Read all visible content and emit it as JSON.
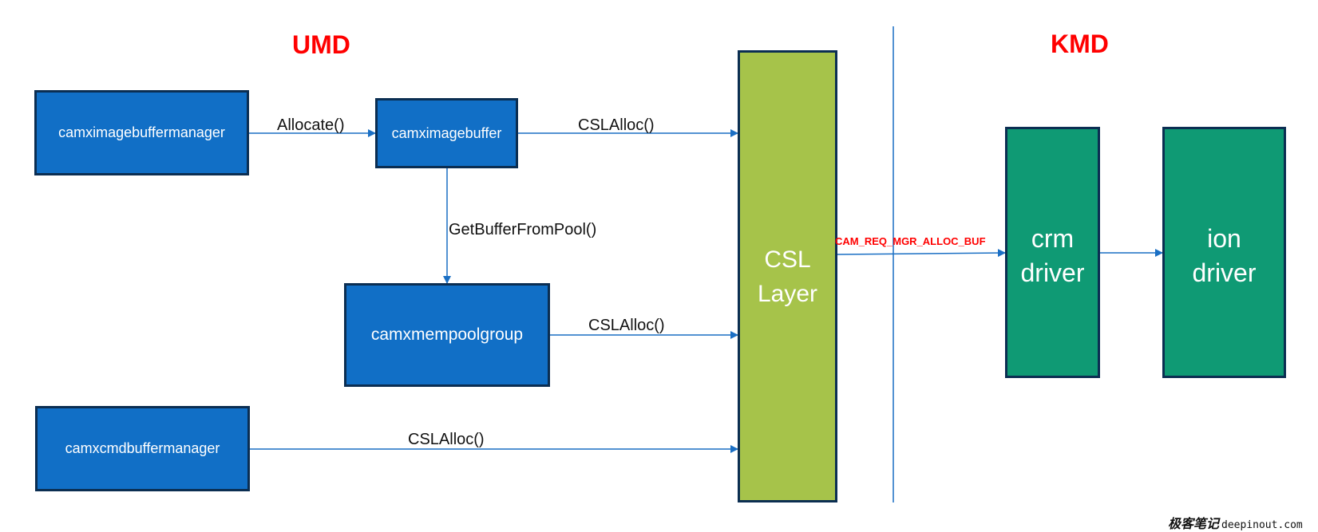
{
  "sections": {
    "umd": "UMD",
    "kmd": "KMD"
  },
  "nodes": {
    "camximagebuffermanager": "camximagebuffermanager",
    "camximagebuffer": "camximagebuffer",
    "camxmempoolgroup": "camxmempoolgroup",
    "camxcmdbuffermanager": "camxcmdbuffermanager",
    "csl_layer": [
      "CSL",
      "Layer"
    ],
    "crm_driver": [
      "crm",
      "driver"
    ],
    "ion_driver": [
      "ion",
      "driver"
    ]
  },
  "edges": {
    "allocate": "Allocate()",
    "imagebuffer_cslalloc": "CSLAlloc()",
    "get_buffer_from_pool": "GetBufferFromPool()",
    "mempool_cslalloc": "CSLAlloc()",
    "cmdbuffer_cslalloc": "CSLAlloc()",
    "cam_req_mgr_alloc_buf": "CAM_REQ_MGR_ALLOC_BUF"
  },
  "colors": {
    "umd_box": "#116fc6",
    "csl_box": "#a6c34a",
    "kmd_box": "#0f9a74",
    "border": "#0b2e52",
    "arrow": "#1a6fc4",
    "section_title": "#ff0000"
  },
  "watermark": {
    "cn": "极客笔记",
    "url": "deepinout.com"
  }
}
